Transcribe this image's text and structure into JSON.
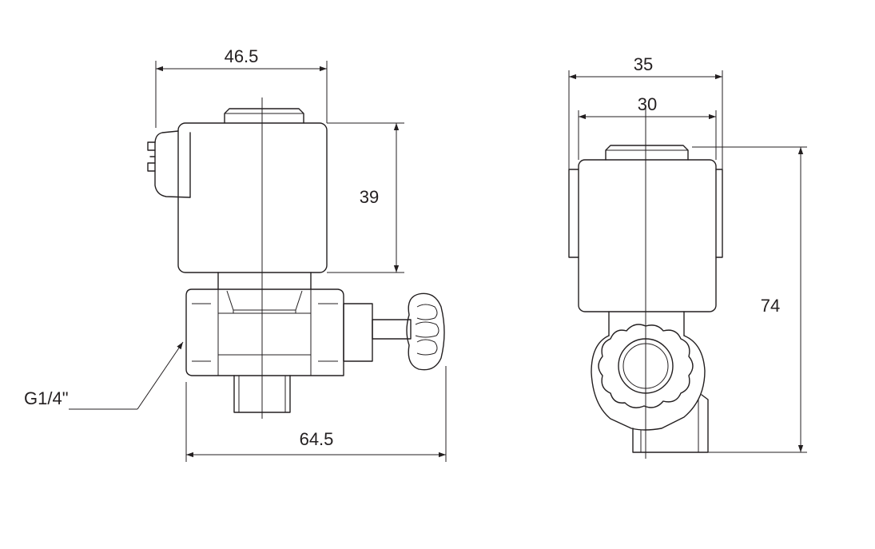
{
  "colors": {
    "line": "#231f20",
    "background": "#ffffff"
  },
  "front_view": {
    "top_width": "46.5",
    "coil_height": "39",
    "overall_length": "64.5",
    "port_thread": "G1/4\""
  },
  "side_view": {
    "outer_width": "35",
    "inner_width": "30",
    "overall_height": "74"
  }
}
